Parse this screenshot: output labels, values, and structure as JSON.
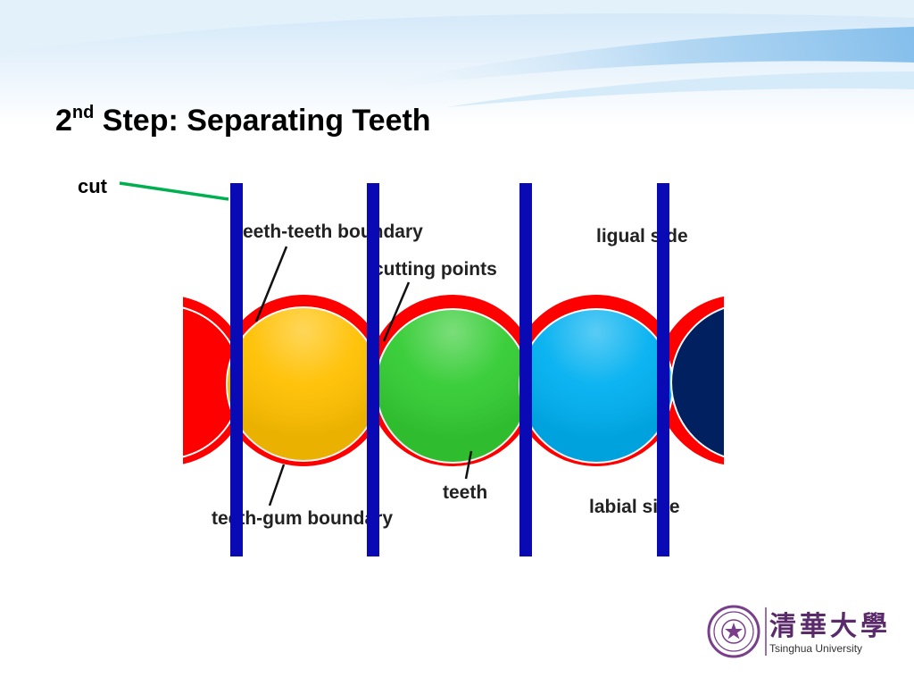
{
  "title": {
    "prefix": "2",
    "sup": "nd",
    "text": " Step: Separating Teeth"
  },
  "cut_label": "cut",
  "labels": {
    "teeth_teeth_boundary": "teeth-teeth boundary",
    "cutting_points": "cutting points",
    "ligual_side": "ligual side",
    "labial_side": "labial side",
    "teeth": "teeth",
    "teeth_gum_boundary": "teeth-gum boundary"
  },
  "teeth_colors": [
    "#ff0000",
    "#ffc000",
    "#33cc33",
    "#00b0f0",
    "#002060"
  ],
  "gum_color": "#ff0000",
  "cut_line_color": "#0a0ab4",
  "pointer_line_color": "#00b050",
  "logo": {
    "cn": "清華大學",
    "en": "Tsinghua University"
  }
}
